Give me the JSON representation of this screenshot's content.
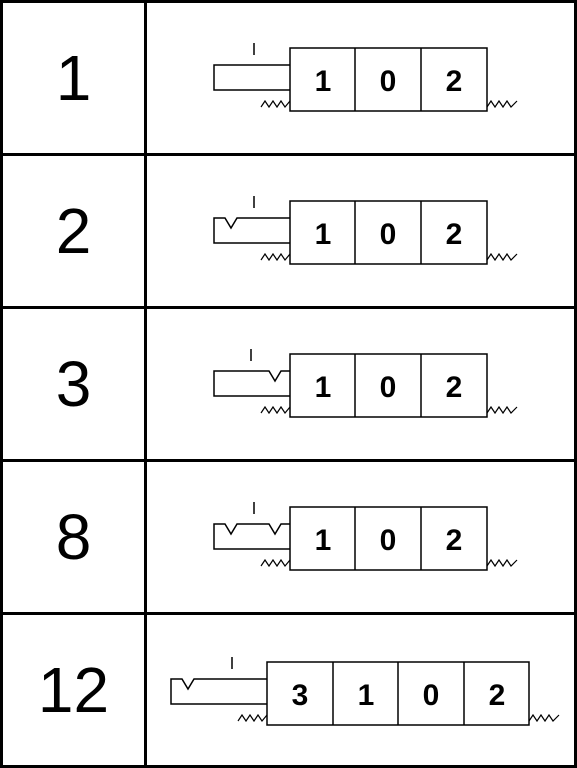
{
  "rows": [
    {
      "label": "1",
      "cells": [
        "1",
        "0",
        "2"
      ],
      "cuts": "none"
    },
    {
      "label": "2",
      "cells": [
        "1",
        "0",
        "2"
      ],
      "cuts": "left"
    },
    {
      "label": "3",
      "cells": [
        "1",
        "0",
        "2"
      ],
      "cuts": "right"
    },
    {
      "label": "8",
      "cells": [
        "1",
        "0",
        "2"
      ],
      "cuts": "both"
    },
    {
      "label": "12",
      "cells": [
        "3",
        "1",
        "0",
        "2"
      ],
      "cuts": "left-long"
    }
  ],
  "colors": {
    "line": "#000000",
    "background": "#ffffff"
  }
}
